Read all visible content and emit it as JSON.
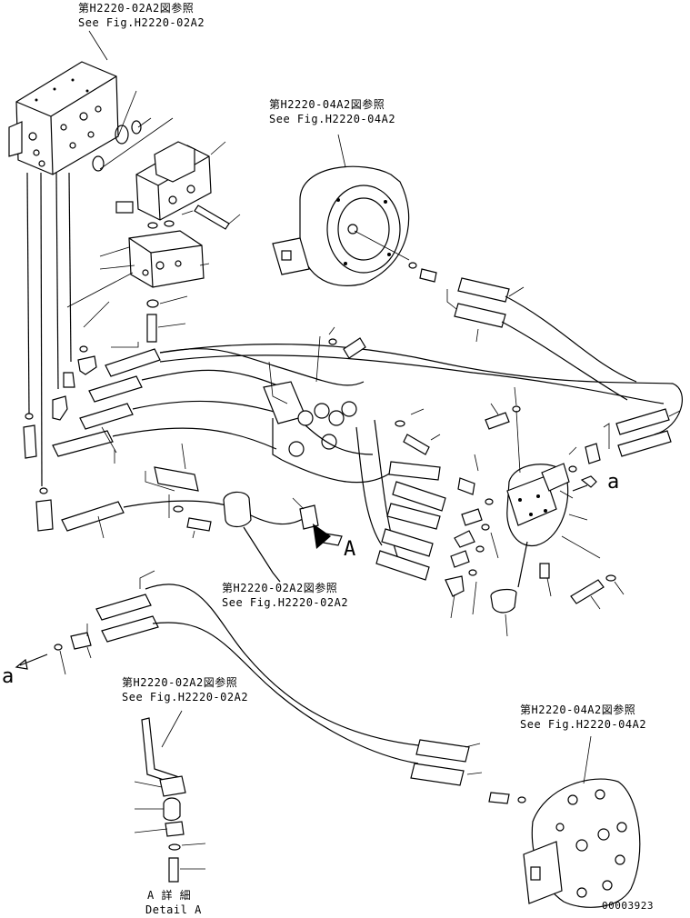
{
  "refs": {
    "top_left": {
      "jp": "第H2220-02A2図参照",
      "en": "See Fig.H2220-02A2"
    },
    "top_right": {
      "jp": "第H2220-04A2図参照",
      "en": "See Fig.H2220-04A2"
    },
    "middle": {
      "jp": "第H2220-02A2図参照",
      "en": "See Fig.H2220-02A2"
    },
    "detail": {
      "jp": "第H2220-02A2図参照",
      "en": "See Fig.H2220-02A2"
    },
    "bottom_right": {
      "jp": "第H2220-04A2図参照",
      "en": "See Fig.H2220-04A2"
    }
  },
  "markers": {
    "view_a": "A",
    "connection_right": "a",
    "connection_left": "a"
  },
  "detail_caption": {
    "jp": "A 詳 細",
    "en": "Detail A"
  },
  "drawing_number": "00003923"
}
